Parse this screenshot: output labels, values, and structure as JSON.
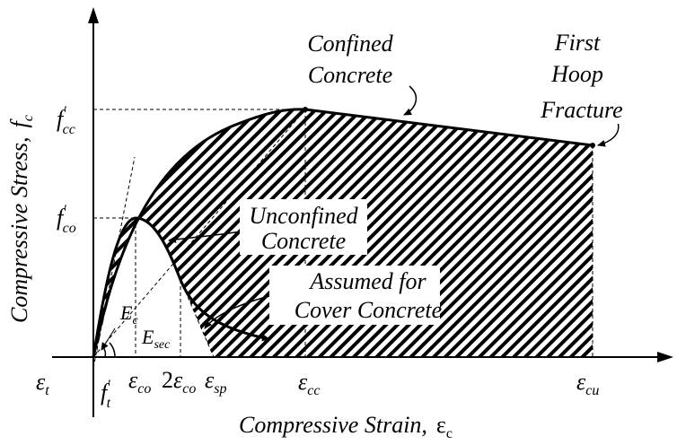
{
  "title": "",
  "axes": {
    "y_label": "Compressive Stress,",
    "y_symbol": "f",
    "y_symbol_sub": "c",
    "x_label": "Compressive Strain,",
    "x_symbol": "ε",
    "x_symbol_sub": "c"
  },
  "y_ticks": [
    {
      "base": "f",
      "prime": "'",
      "sub": "cc"
    },
    {
      "base": "f",
      "prime": "'",
      "sub": "co"
    }
  ],
  "x_ticks": [
    {
      "base": "ε",
      "sub": "t"
    },
    {
      "base": "ε",
      "sub": "co"
    },
    {
      "pre": "2",
      "base": "ε",
      "sub": "co"
    },
    {
      "base": "ε",
      "sub": "sp"
    },
    {
      "base": "ε",
      "sub": "cc"
    },
    {
      "base": "ε",
      "sub": "cu"
    }
  ],
  "tensile_strength": {
    "base": "f",
    "prime": "'",
    "sub": "t"
  },
  "moduli": {
    "tangent": {
      "base": "E",
      "sub": "c"
    },
    "secant": {
      "base": "E",
      "sub": "sec"
    }
  },
  "annotations": {
    "confined": [
      "Confined",
      "Concrete"
    ],
    "hoop": [
      "First",
      "Hoop",
      "Fracture"
    ],
    "unconfined": [
      "Unconfined",
      "Concrete"
    ],
    "cover": [
      "Assumed for",
      "Cover Concrete"
    ]
  },
  "colors": {
    "line": "#000000",
    "hatch": "#000000",
    "background": "#ffffff"
  }
}
